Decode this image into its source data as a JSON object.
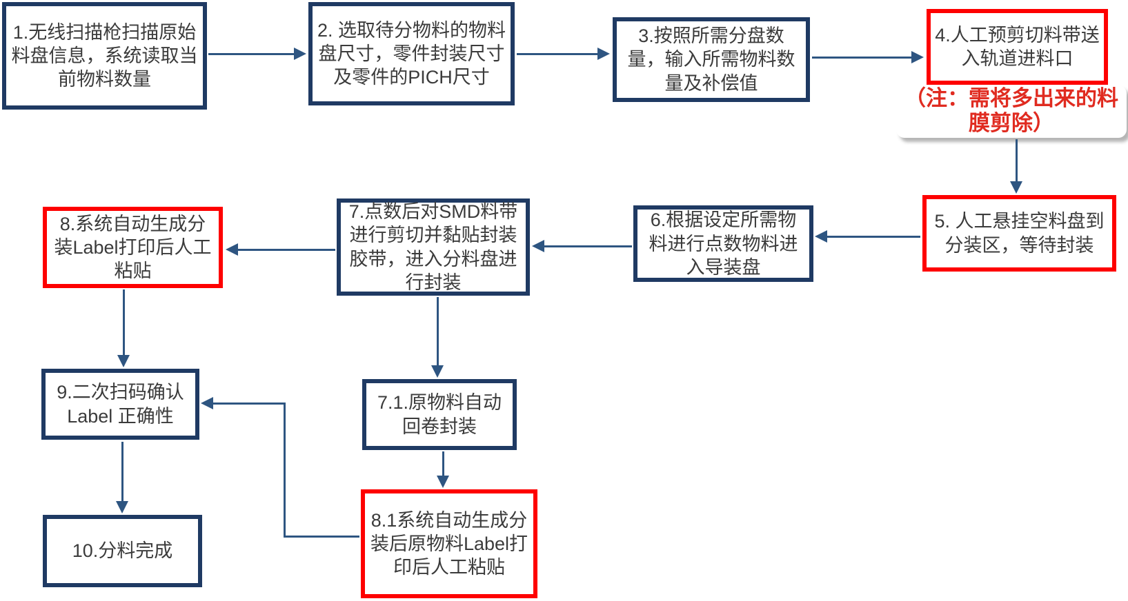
{
  "diagram": {
    "title": "SMD material splitting process flow",
    "colors": {
      "box-border": "#1f3a63",
      "highlight-border": "#fe0000",
      "arrow": "#2e5581",
      "text": "#3b3b3b",
      "note-text": "#e02b20",
      "canvas-bg": "#ffffff"
    },
    "nodes": [
      {
        "id": "step-1",
        "highlighted": false,
        "text": "1.无线扫描枪扫描原始料盘信息，系统读取当前物料数量"
      },
      {
        "id": "step-2",
        "highlighted": false,
        "text": "2. 选取待分物料的物料盘尺寸，零件封装尺寸及零件的PICH尺寸"
      },
      {
        "id": "step-3",
        "highlighted": false,
        "text": "3.按照所需分盘数量，输入所需物料数量及补偿值"
      },
      {
        "id": "step-4",
        "highlighted": true,
        "text": "4.人工预剪切料带送入轨道进料口"
      },
      {
        "id": "step-4-note",
        "highlighted": true,
        "text": "（注：需将多出来的料膜剪除）"
      },
      {
        "id": "step-5",
        "highlighted": true,
        "text": "5. 人工悬挂空料盘到分装区，等待封装"
      },
      {
        "id": "step-6",
        "highlighted": false,
        "text": "6.根据设定所需物料进行点数物料进入导装盘"
      },
      {
        "id": "step-7",
        "highlighted": false,
        "text": "7.点数后对SMD料带进行剪切并黏贴封装胶带，进入分料盘进行封装"
      },
      {
        "id": "step-8",
        "highlighted": true,
        "text": "8.系统自动生成分装Label打印后人工粘贴"
      },
      {
        "id": "step-9",
        "highlighted": false,
        "text": "9.二次扫码确认 Label 正确性"
      },
      {
        "id": "step-7-1",
        "highlighted": false,
        "text": "7.1.原物料自动回卷封装"
      },
      {
        "id": "step-8-1",
        "highlighted": true,
        "text": "8.1系统自动生成分装后原物料Label打印后人工粘贴"
      },
      {
        "id": "step-10",
        "highlighted": false,
        "text": "10.分料完成"
      }
    ],
    "edges": [
      "step-1 -> step-2",
      "step-2 -> step-3",
      "step-3 -> step-4",
      "step-4-note -> step-5",
      "step-5 -> step-6",
      "step-6 -> step-7",
      "step-7 -> step-8",
      "step-8 -> step-9",
      "step-7 -> step-7-1",
      "step-7-1 -> step-8-1",
      "step-8-1 -> step-9",
      "step-9 -> step-10"
    ]
  }
}
